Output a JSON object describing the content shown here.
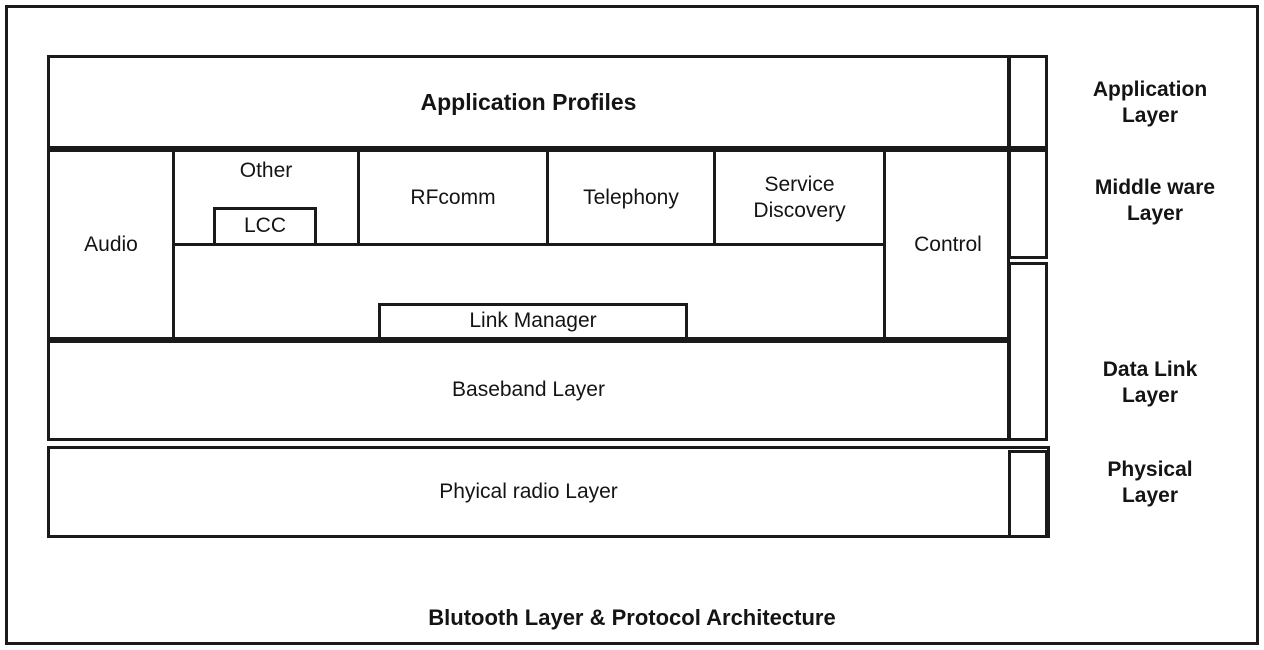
{
  "diagram": {
    "caption": "Blutooth Layer & Protocol Architecture",
    "stack": {
      "application": {
        "label": "Application Profiles"
      },
      "middleware": {
        "audio": "Audio",
        "other": "Other",
        "lcc": "LCC",
        "rfcomm": "RFcomm",
        "telephony": "Telephony",
        "service_discovery": "Service Discovery",
        "control": "Control",
        "link_manager": "Link Manager"
      },
      "baseband": {
        "label": "Baseband Layer"
      },
      "physical": {
        "label": "Phyical radio Layer"
      }
    },
    "layer_labels": [
      {
        "line1": "Application",
        "line2": "Layer"
      },
      {
        "line1": "Middle ware",
        "line2": "Layer"
      },
      {
        "line1": "Data Link",
        "line2": "Layer"
      },
      {
        "line1": "Physical",
        "line2": "Layer"
      }
    ],
    "colors": {
      "stroke": "#1a1a1a",
      "fill": "#ffffff",
      "text": "#141414"
    }
  }
}
